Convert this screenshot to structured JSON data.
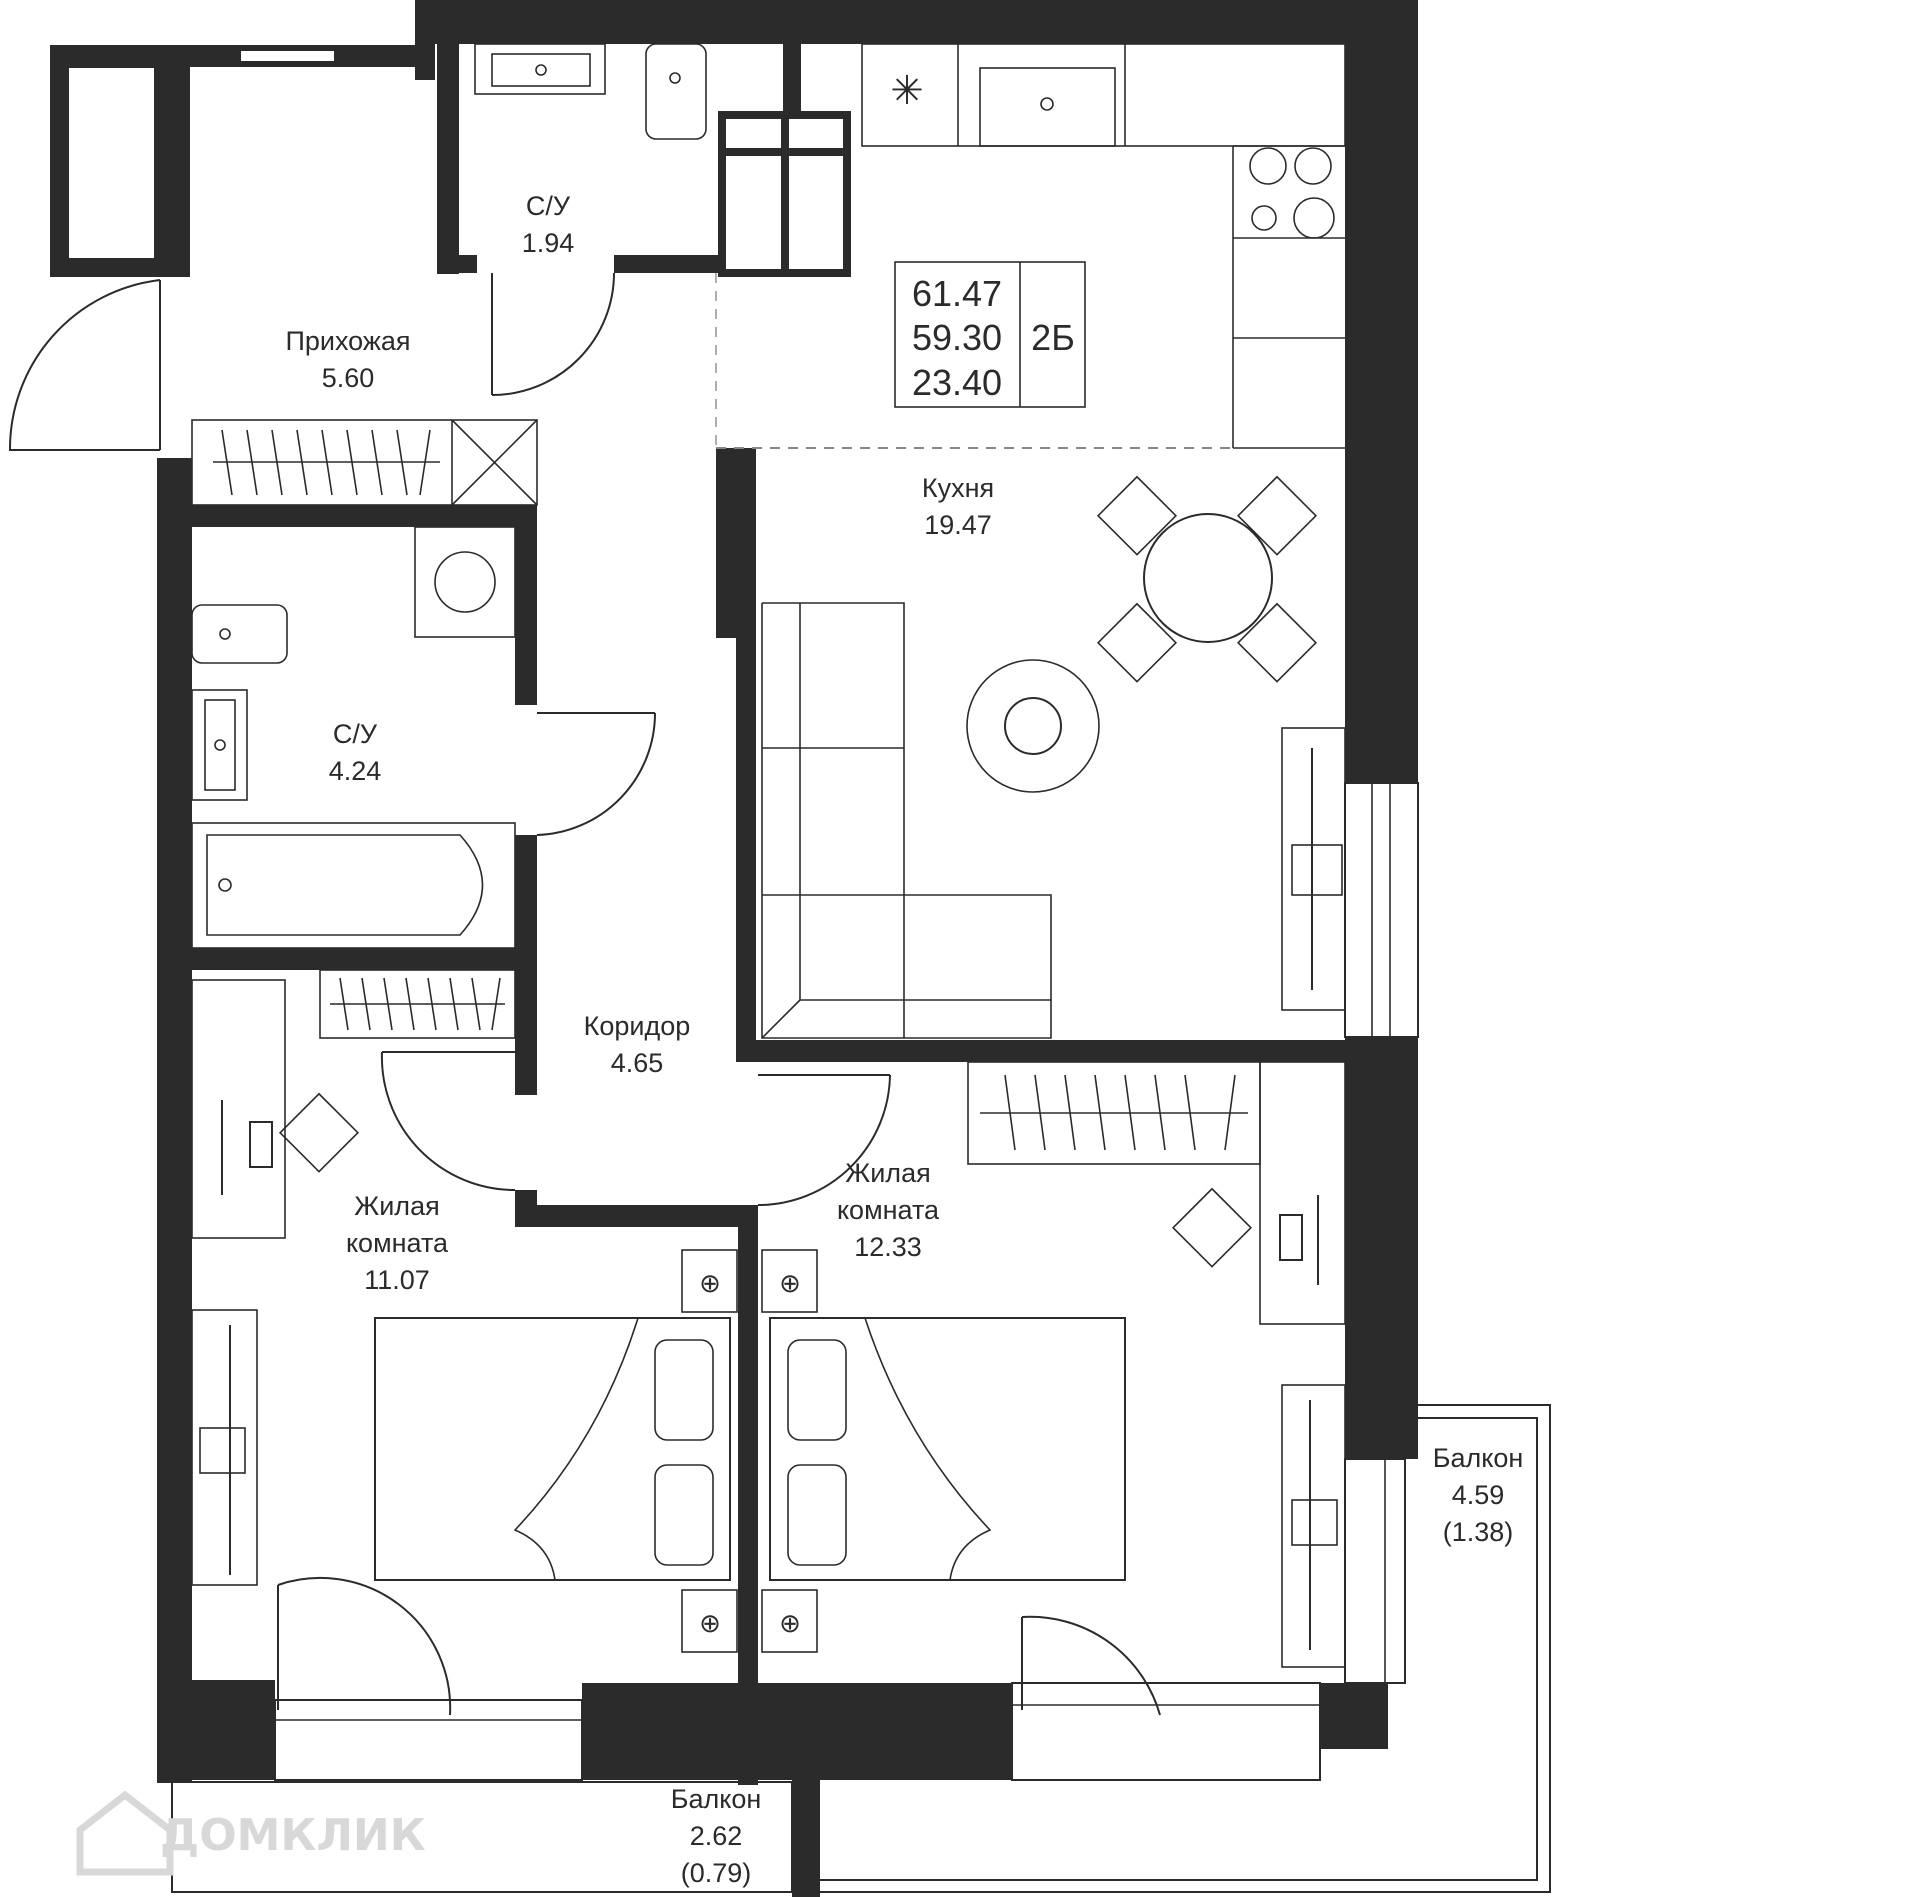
{
  "summary": {
    "total_area": "61.47",
    "area_no_balcony": "59.30",
    "living_area": "23.40",
    "layout_code": "2Б"
  },
  "rooms": [
    {
      "id": "wc_small",
      "name": "С/У",
      "area": "1.94"
    },
    {
      "id": "hall",
      "name": "Прихожая",
      "area": "5.60"
    },
    {
      "id": "kitchen",
      "name": "Кухня",
      "area": "19.47"
    },
    {
      "id": "wc_main",
      "name": "С/У",
      "area": "4.24"
    },
    {
      "id": "corridor",
      "name": "Коридор",
      "area": "4.65"
    },
    {
      "id": "room1",
      "name_l1": "Жилая",
      "name_l2": "комната",
      "area": "11.07"
    },
    {
      "id": "room2",
      "name_l1": "Жилая",
      "name_l2": "комната",
      "area": "12.33"
    },
    {
      "id": "balcony1",
      "name": "Балкон",
      "area": "2.62",
      "area_reduced": "(0.79)"
    },
    {
      "id": "balcony2",
      "name": "Балкон",
      "area": "4.59",
      "area_reduced": "(1.38)"
    }
  ],
  "watermark": "ДОМКЛИК",
  "colors": {
    "walls": "#2b2b2b",
    "background": "#ffffff",
    "watermark": "#d8d8d8"
  }
}
